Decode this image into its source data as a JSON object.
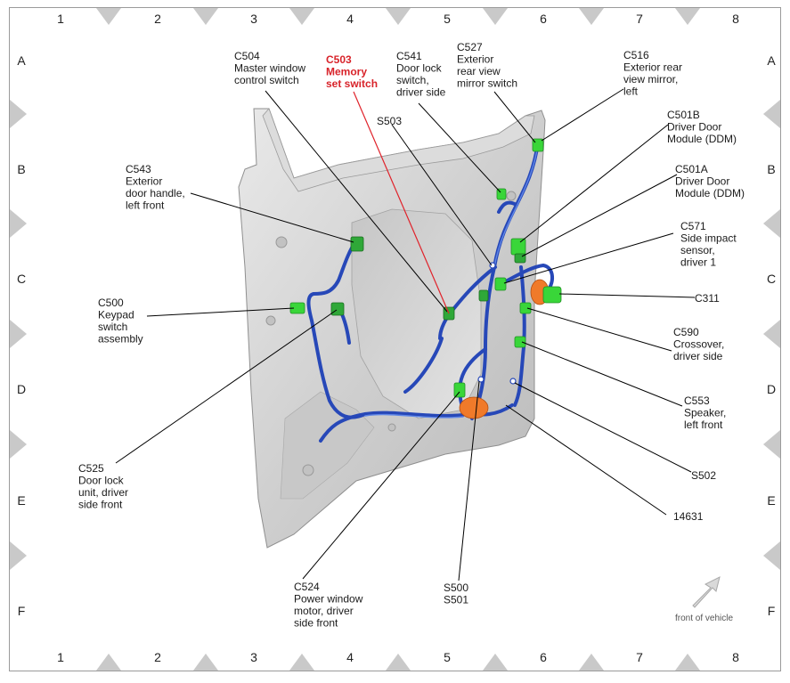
{
  "grid": {
    "columns": [
      "1",
      "2",
      "3",
      "4",
      "5",
      "6",
      "7",
      "8"
    ],
    "rows": [
      "A",
      "B",
      "C",
      "D",
      "E",
      "F"
    ]
  },
  "callouts": {
    "c504": [
      "C504",
      "Master window",
      "control switch"
    ],
    "c503": [
      "C503",
      "Memory",
      "set switch"
    ],
    "c541": [
      "C541",
      "Door lock",
      "switch,",
      "driver side"
    ],
    "c527": [
      "C527",
      "Exterior",
      "rear view",
      "mirror switch"
    ],
    "c516": [
      "C516",
      "Exterior rear",
      "view mirror,",
      "left"
    ],
    "s503": [
      "S503"
    ],
    "c501b": [
      "C501B",
      "Driver Door",
      "Module (DDM)"
    ],
    "c543": [
      "C543",
      "Exterior",
      "door handle,",
      "left front"
    ],
    "c501a": [
      "C501A",
      "Driver Door",
      "Module (DDM)"
    ],
    "c571": [
      "C571",
      "Side impact",
      "sensor,",
      "driver 1"
    ],
    "c500": [
      "C500",
      "Keypad",
      "switch",
      "assembly"
    ],
    "c311": [
      "C311"
    ],
    "c590": [
      "C590",
      "Crossover,",
      "driver side"
    ],
    "c553": [
      "C553",
      "Speaker,",
      "left front"
    ],
    "c525": [
      "C525",
      "Door lock",
      "unit, driver",
      "side front"
    ],
    "s502": [
      "S502"
    ],
    "w14631": [
      "14631"
    ],
    "c524": [
      "C524",
      "Power window",
      "motor, driver",
      "side front"
    ],
    "s500": [
      "S500",
      "S501"
    ]
  },
  "front_of_vehicle": "front of vehicle",
  "colors": {
    "highlight": "#d8232a",
    "connector": "#39d639",
    "wire": "#2748b8",
    "door_panel": "#d2d2d2",
    "border_ticks": "#c9c9c9"
  }
}
